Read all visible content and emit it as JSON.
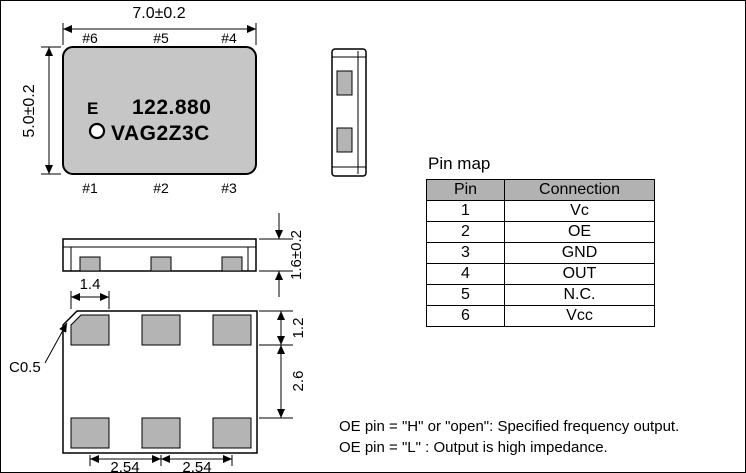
{
  "colors": {
    "body_gray": "#c6c6c6",
    "pad_gray": "#b4b4b4",
    "table_header_gray": "#b2b2b2",
    "line_black": "#000000"
  },
  "top_view": {
    "width_dim": "7.0±0.2",
    "height_dim": "5.0±0.2",
    "pin_labels_top": [
      "#6",
      "#5",
      "#4"
    ],
    "pin_labels_bottom": [
      "#1",
      "#2",
      "#3"
    ],
    "marking": {
      "vendor_mark": "E",
      "frequency": "122.880",
      "part_code": "VAG2Z3C"
    }
  },
  "front_view": {
    "thickness_dim": "1.6±0.2"
  },
  "bottom_view": {
    "pad_width_dim": "1.4",
    "pad_edge_dim": "1.2",
    "pad_row_pitch_dim": "2.6",
    "pad_col_pitch_dims": [
      "2.54",
      "2.54"
    ],
    "chamfer_label": "C0.5"
  },
  "pin_map": {
    "title": "Pin map",
    "headers": [
      "Pin",
      "Connection"
    ],
    "rows": [
      [
        "1",
        "Vc"
      ],
      [
        "2",
        "OE"
      ],
      [
        "3",
        "GND"
      ],
      [
        "4",
        "OUT"
      ],
      [
        "5",
        "N.C."
      ],
      [
        "6",
        "Vcc"
      ]
    ]
  },
  "notes": [
    "OE pin = \"H\" or \"open\": Specified frequency output.",
    "OE pin = \"L\" : Output is high impedance."
  ]
}
